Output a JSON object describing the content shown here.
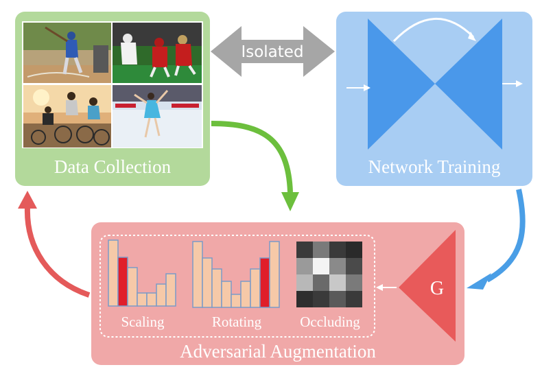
{
  "data_collection": {
    "label": "Data Collection"
  },
  "network_training": {
    "label": "Network Training"
  },
  "isolated_arrow": {
    "label": "Isolated"
  },
  "adversarial_augmentation": {
    "label": "Adversarial Augmentation",
    "generator_label": "G",
    "operations": [
      "Scaling",
      "Rotating",
      "Occluding"
    ]
  },
  "photos": [
    "baseball batter",
    "american football players",
    "cyclists",
    "figure skater"
  ],
  "colors": {
    "green_box": "#b3d99b",
    "blue_box": "#a8cdf3",
    "red_box": "#f0a8a8",
    "green_arrow": "#6cbf3d",
    "blue_arrow": "#4a9ee6",
    "red_arrow": "#e45a5a",
    "gray_arrow": "#a6a6a6",
    "network_blue": "#4a98ea",
    "bar_fill": "#f6c9a8",
    "bar_highlight": "#e01e2a",
    "generator_red": "#e85a5a"
  }
}
